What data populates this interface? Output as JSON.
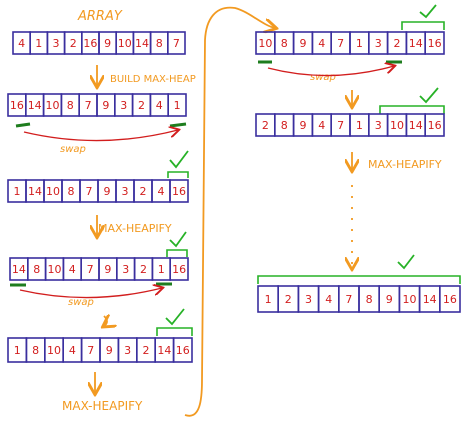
{
  "title": "ARRAY",
  "labels": {
    "build_max_heap": "BUILD MAX-HEAP",
    "swap": "swap",
    "max_heapify": "MAX-HEAPIFY"
  },
  "arrays": [
    {
      "name": "array-initial",
      "cells": [
        "4",
        "1",
        "3",
        "2",
        "16",
        "9",
        "10",
        "14",
        "8",
        "7"
      ]
    },
    {
      "name": "array-max-heap",
      "cells": [
        "16",
        "14",
        "10",
        "8",
        "7",
        "9",
        "3",
        "2",
        "4",
        "1"
      ]
    },
    {
      "name": "array-after-swap-1",
      "cells": [
        "1",
        "14",
        "10",
        "8",
        "7",
        "9",
        "3",
        "2",
        "4",
        "16"
      ]
    },
    {
      "name": "array-heapified-1",
      "cells": [
        "14",
        "8",
        "10",
        "4",
        "7",
        "9",
        "3",
        "2",
        "1",
        "16"
      ]
    },
    {
      "name": "array-after-swap-2",
      "cells": [
        "1",
        "8",
        "10",
        "4",
        "7",
        "9",
        "3",
        "2",
        "14",
        "16"
      ]
    },
    {
      "name": "array-heapified-late",
      "cells": [
        "10",
        "8",
        "9",
        "4",
        "7",
        "1",
        "3",
        "2",
        "14",
        "16"
      ]
    },
    {
      "name": "array-after-swap-3",
      "cells": [
        "2",
        "8",
        "9",
        "4",
        "7",
        "1",
        "3",
        "10",
        "14",
        "16"
      ]
    },
    {
      "name": "array-sorted",
      "cells": [
        "1",
        "2",
        "3",
        "4",
        "7",
        "8",
        "9",
        "10",
        "14",
        "16"
      ]
    }
  ],
  "colors": {
    "cell_border": "#3a2f9e",
    "cell_text": "#d21e1e",
    "annotation": "#f29a21",
    "sorted_bracket": "#27b227",
    "swap_marker": "#1e7d1e",
    "swap_arrow": "#d21e1e"
  }
}
